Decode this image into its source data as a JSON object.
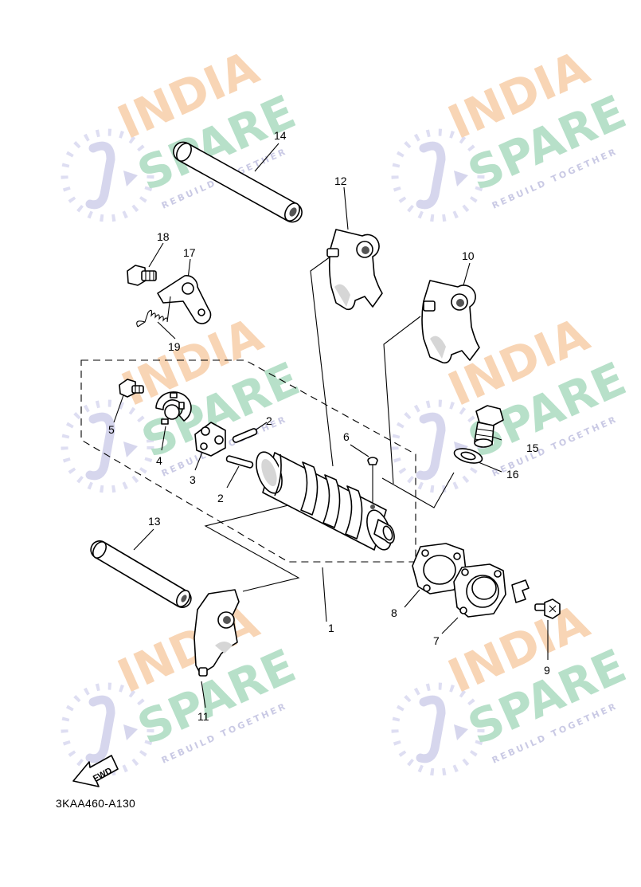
{
  "watermark": {
    "line1": "INDIA",
    "line2": "SPARE",
    "tagline": "REBUILD TOGETHER",
    "colors": {
      "india": "#f6c79d",
      "spare": "#9fd6b8",
      "tagline": "#b8b8dc",
      "icon": "#c9c9e8"
    }
  },
  "callouts": {
    "p1": "1",
    "p2a": "2",
    "p2b": "2",
    "p3": "3",
    "p4": "4",
    "p5": "5",
    "p6": "6",
    "p7": "7",
    "p8": "8",
    "p9": "9",
    "p10": "10",
    "p11": "11",
    "p12": "12",
    "p13": "13",
    "p14": "14",
    "p15": "15",
    "p16": "16",
    "p17": "17",
    "p18": "18",
    "p19": "19"
  },
  "fwd_label": "FWD",
  "diagram_code": "3KAA460-A130"
}
